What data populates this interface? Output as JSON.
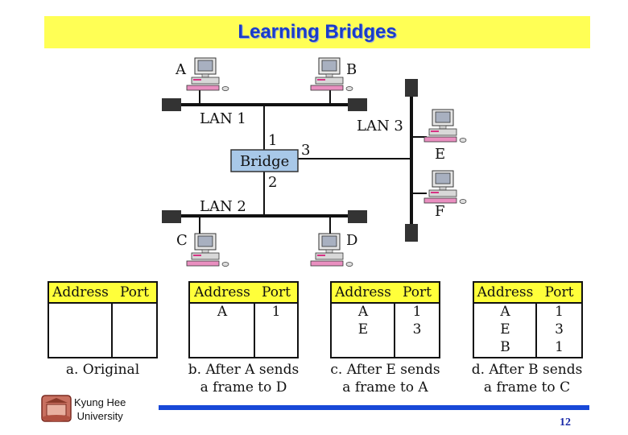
{
  "title": "Learning Bridges",
  "diagram": {
    "stations": {
      "A": "A",
      "B": "B",
      "C": "C",
      "D": "D",
      "E": "E",
      "F": "F"
    },
    "lans": {
      "lan1": "LAN 1",
      "lan2": "LAN 2",
      "lan3": "LAN 3"
    },
    "bridge_label": "Bridge",
    "ports": {
      "p1": "1",
      "p2": "2",
      "p3": "3"
    }
  },
  "tables": [
    {
      "headers": [
        "Address",
        "Port"
      ],
      "rows": [],
      "caption_line1": "a. Original",
      "caption_line2": ""
    },
    {
      "headers": [
        "Address",
        "Port"
      ],
      "rows": [
        [
          "A",
          "1"
        ]
      ],
      "caption_line1": "b. After A sends",
      "caption_line2": "a frame to D"
    },
    {
      "headers": [
        "Address",
        "Port"
      ],
      "rows": [
        [
          "A",
          "1"
        ],
        [
          "E",
          "3"
        ]
      ],
      "caption_line1": "c. After E sends",
      "caption_line2": "a frame to A"
    },
    {
      "headers": [
        "Address",
        "Port"
      ],
      "rows": [
        [
          "A",
          "1"
        ],
        [
          "E",
          "3"
        ],
        [
          "B",
          "1"
        ]
      ],
      "caption_line1": "d. After B sends",
      "caption_line2": "a frame to C"
    }
  ],
  "footer": {
    "university_line1": "Kyung Hee",
    "university_line2": "University",
    "page_number": "12"
  },
  "colors": {
    "title_bg": "#ffff55",
    "title_text": "#1a3cc8",
    "table_header": "#ffff3a",
    "bridge_fill": "#a8c8e8",
    "footer_line": "#1848d8"
  }
}
